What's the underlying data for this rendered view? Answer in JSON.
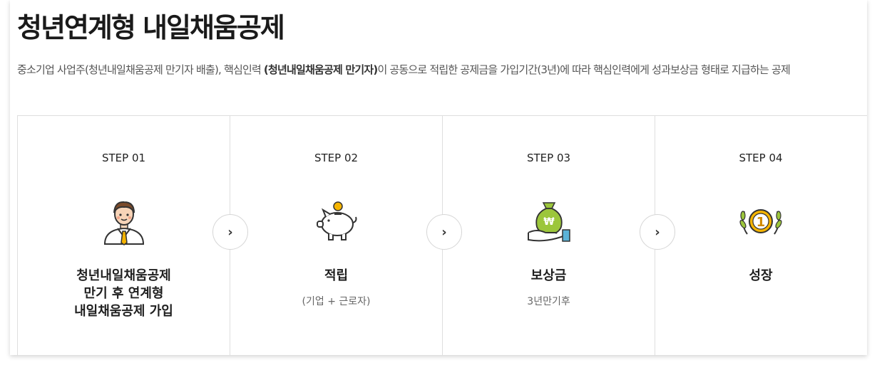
{
  "page": {
    "title": "청년연계형 내일채움공제",
    "description_part1": "중소기업 사업주(청년내일채움공제 만기자 배출), 핵심인력",
    "description_bold": "(청년내일채움공제 만기자)",
    "description_part2": "이 공동으로 적립한 공제금을 가입기간(3년)에 따라 핵심인력에게 성과보상금 형태로 지급하는 공제"
  },
  "steps": [
    {
      "label": "STEP 01",
      "icon": "person-icon",
      "title": "청년내일채움공제\n만기 후 연계형\n내일채움공제 가입",
      "subtitle": ""
    },
    {
      "label": "STEP 02",
      "icon": "piggy-bank-icon",
      "title": "적립",
      "subtitle": "(기업 + 근로자)"
    },
    {
      "label": "STEP 03",
      "icon": "money-bag-hand-icon",
      "title": "보상금",
      "subtitle": "3년만기후"
    },
    {
      "label": "STEP 04",
      "icon": "medal-icon",
      "title": "성장",
      "subtitle": ""
    }
  ],
  "arrows": [
    "›",
    "›",
    "›"
  ],
  "colors": {
    "accent_gold": "#f5b400",
    "bag_green": "#9cc63b",
    "border": "#dedede"
  }
}
